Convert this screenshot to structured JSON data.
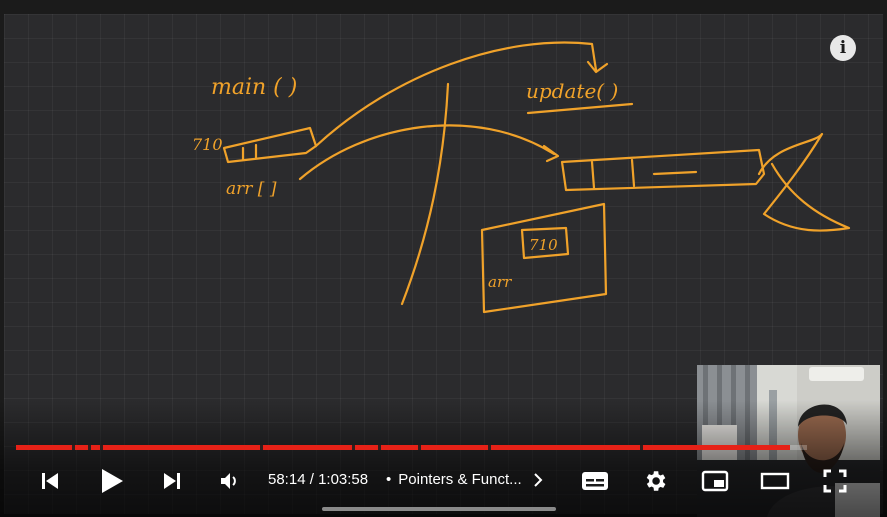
{
  "player": {
    "info_label": "i",
    "time": {
      "current": "58:14",
      "separator": " / ",
      "duration": "1:03:58"
    },
    "chapter": {
      "bullet": "•",
      "title": "Pointers & Funct..."
    },
    "progress": {
      "played_fraction": 0.9095,
      "buffered_fraction": 0.93
    },
    "colors": {
      "accent": "#e62117",
      "ink": "#f0a22a",
      "board": "#2b2b2d"
    },
    "controls": [
      {
        "name": "previous-icon"
      },
      {
        "name": "play-icon"
      },
      {
        "name": "next-icon"
      },
      {
        "name": "volume-icon"
      },
      {
        "name": "subtitles-icon"
      },
      {
        "name": "settings-gear-icon"
      },
      {
        "name": "miniplayer-icon"
      },
      {
        "name": "theater-mode-icon"
      },
      {
        "name": "fullscreen-icon"
      }
    ]
  },
  "whiteboard": {
    "labels": {
      "main": "main ( )",
      "update": "update( )",
      "address_left": "710",
      "arr_left": "arr [ ]",
      "address_box": "710",
      "arr_box": "arr"
    }
  }
}
